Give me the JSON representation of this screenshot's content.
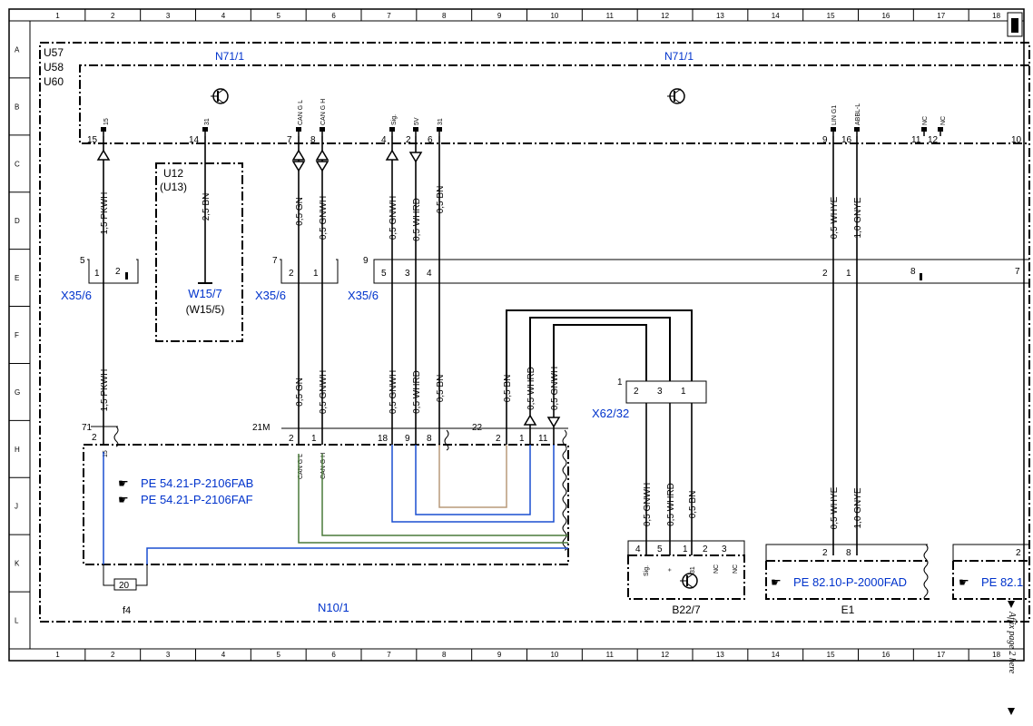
{
  "grid": {
    "cols": [
      "1",
      "2",
      "3",
      "4",
      "5",
      "6",
      "7",
      "8",
      "9",
      "10",
      "11",
      "12",
      "13",
      "14",
      "15",
      "16",
      "17",
      "18"
    ],
    "rows": [
      "A",
      "B",
      "C",
      "D",
      "E",
      "F",
      "G",
      "H",
      "J",
      "K",
      "L"
    ]
  },
  "units_block": [
    "U57",
    "U58",
    "U60"
  ],
  "components": {
    "n71_left": "N71/1",
    "n71_right": "N71/1",
    "u12": "U12",
    "u13": "(U13)",
    "w15_7": "W15/7",
    "w15_5": "(W15/5)",
    "x35_6_a": "X35/6",
    "x35_6_b": "X35/6",
    "x35_6_c": "X35/6",
    "x62_32": "X62/32",
    "b22_7": "B22/7",
    "e1": "E1",
    "n10_1": "N10/1",
    "f4": "f4",
    "fuse_value": "20"
  },
  "references": [
    {
      "hand": "☛",
      "text": "PE 54.21-P-2106FAB"
    },
    {
      "hand": "☛",
      "text": "PE 54.21-P-2106FAF"
    },
    {
      "hand": "☛",
      "text": "PE 82.10-P-2000FAD"
    },
    {
      "hand": "☛",
      "text": "PE 82.1"
    }
  ],
  "n71_pins": [
    {
      "num": "15",
      "sig": "15"
    },
    {
      "num": "14",
      "sig": "31"
    },
    {
      "num": "7",
      "sig": "CAN G L"
    },
    {
      "num": "8",
      "sig": "CAN G H"
    },
    {
      "num": "4",
      "sig": "Sig."
    },
    {
      "num": "2",
      "sig": "5V"
    },
    {
      "num": "6",
      "sig": "31"
    },
    {
      "num": "9",
      "sig": "LIN G1"
    },
    {
      "num": "16",
      "sig": "ABBL-L"
    },
    {
      "num": "11",
      "sig": "NC"
    },
    {
      "num": "12",
      "sig": "NC"
    },
    {
      "num": "10",
      "sig": ""
    }
  ],
  "wires": {
    "w15": "1,5 PKWH",
    "w31": "2,5 BN",
    "gn": "0,5 GN",
    "gnwh": "0,5 GNWH",
    "whrd": "0,5 WHRD",
    "bn": "0,5 BN",
    "whye": "0,5 WHYE",
    "gnye": "1,0 GNYE"
  },
  "connectors": {
    "x35_5": "5",
    "x35_7": "7",
    "x35_9": "9",
    "x35_pins_a": [
      "1",
      "2"
    ],
    "x35_pins_b": [
      "2",
      "1"
    ],
    "x35_pins_c": [
      "5",
      "3",
      "4"
    ],
    "x35_pins_d": [
      "2",
      "1",
      "8",
      "7"
    ],
    "x62_num": "1",
    "x62_pins": [
      "2",
      "3",
      "1"
    ],
    "n10_71": "71",
    "n10_21m": "21M",
    "n10_22": "22",
    "n10_pin2": "2",
    "n10_pin15": "15",
    "n10_pins_21": [
      "2",
      "1"
    ],
    "n10_pins_22": [
      "18",
      "9",
      "8"
    ],
    "n10_pins_22b": [
      "2",
      "1",
      "11"
    ],
    "n10_sig_l": "CAN G L",
    "n10_sig_h": "CAN G H",
    "b22_pins": [
      "4",
      "5",
      "1",
      "2",
      "3"
    ],
    "b22_sigs": [
      "Sig.",
      "+",
      "31",
      "NC",
      "NC"
    ],
    "e1_pins": [
      "2",
      "8"
    ],
    "e1b_pin": "2"
  },
  "affix_text": "Affix page 2 here"
}
